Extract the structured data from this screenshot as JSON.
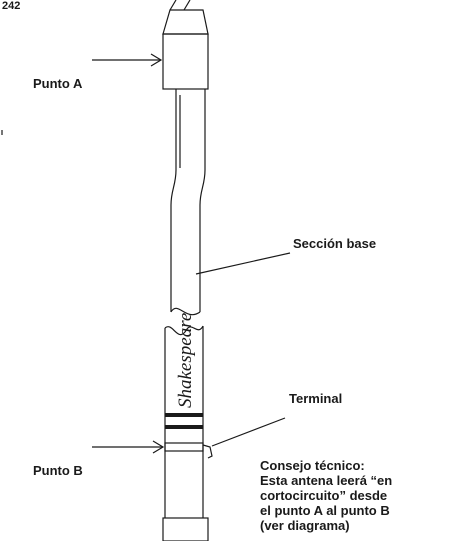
{
  "page_number": "242",
  "labels": {
    "point_a": "Punto A",
    "base_section": "Sección base",
    "terminal": "Terminal",
    "point_b": "Punto B"
  },
  "brand_logo": "Shakespeare",
  "tip": {
    "lines": [
      "Consejo técnico:",
      "Esta antena leerá “en",
      "cortocircuito” desde",
      "el punto A al punto B",
      "(ver diagrama)"
    ]
  },
  "colors": {
    "line": "#1a1a1a",
    "background": "#ffffff"
  }
}
